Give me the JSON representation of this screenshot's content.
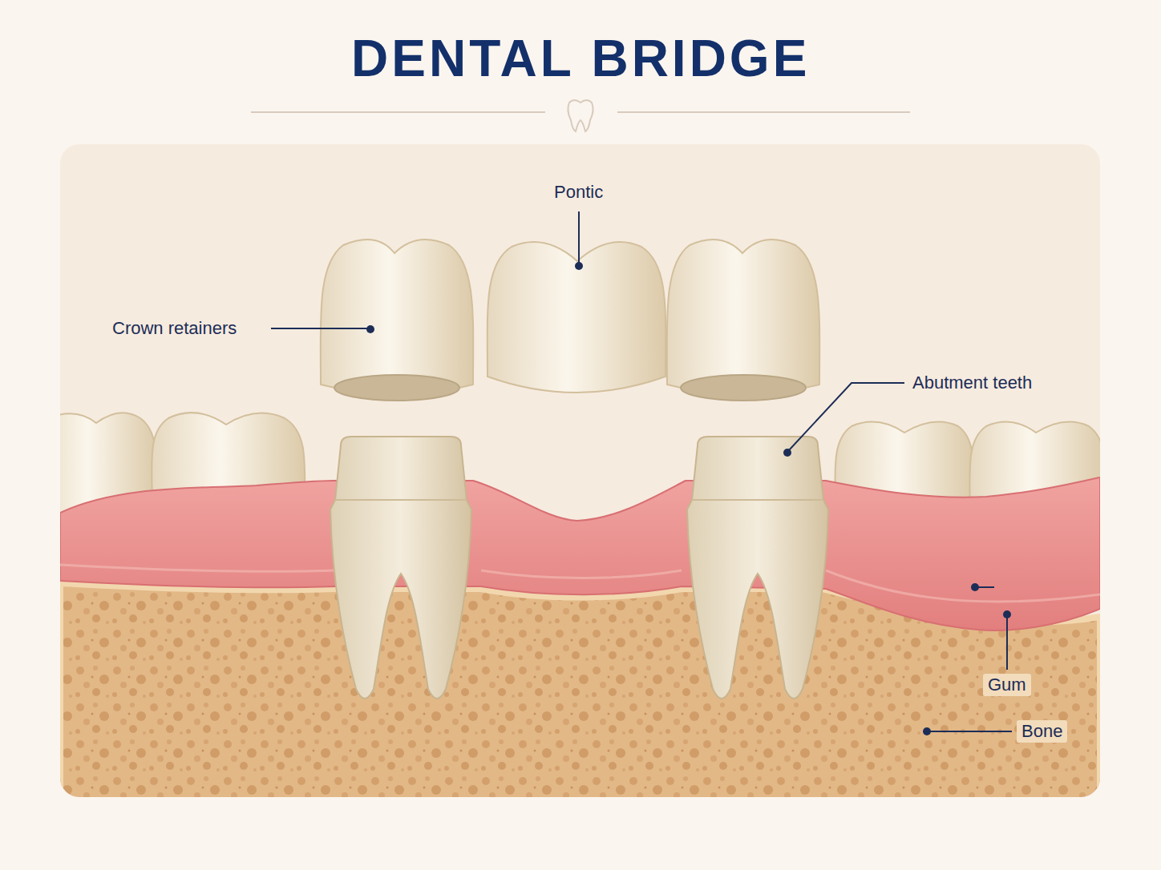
{
  "diagram": {
    "title": "DENTAL BRIDGE",
    "labels": [
      "Pontic",
      "Crown retainers",
      "Abutment teeth",
      "Gum",
      "Bone"
    ]
  }
}
